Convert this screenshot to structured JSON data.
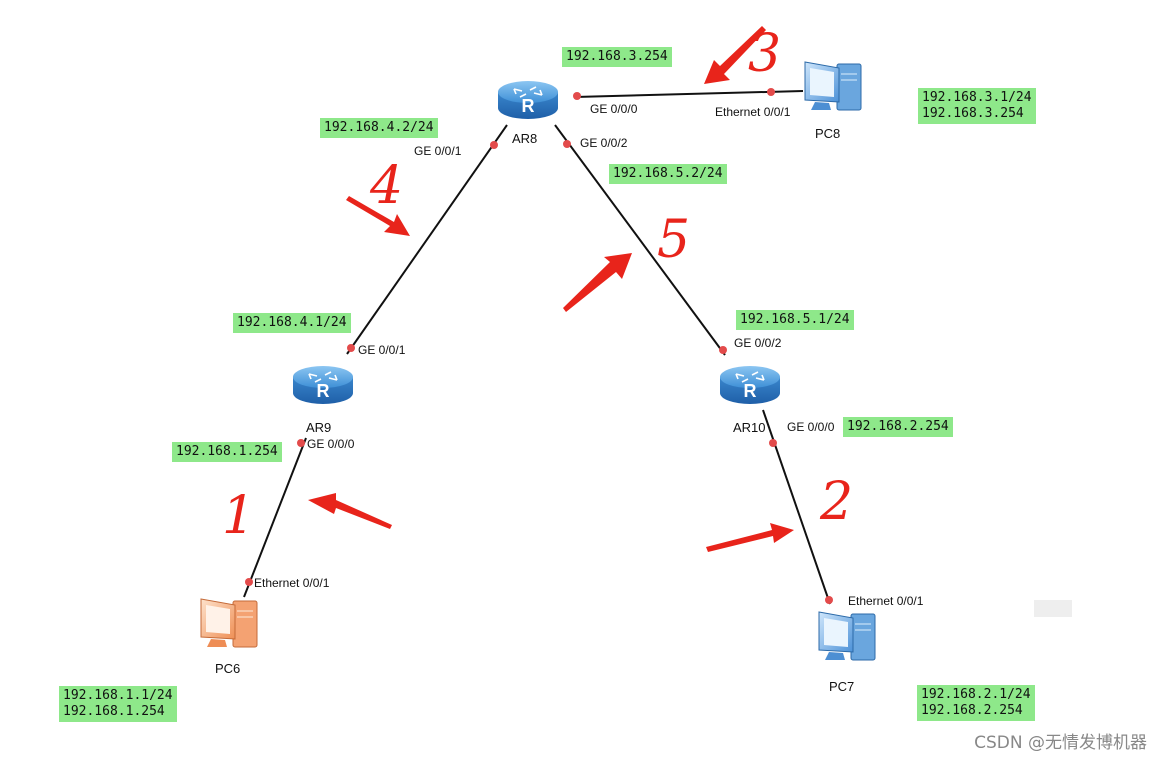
{
  "devices": {
    "ar8": {
      "name": "AR8"
    },
    "ar9": {
      "name": "AR9"
    },
    "ar10": {
      "name": "AR10"
    },
    "pc6": {
      "name": "PC6"
    },
    "pc7": {
      "name": "PC7"
    },
    "pc8": {
      "name": "PC8"
    }
  },
  "ports": {
    "ar8_ge000": "GE 0/0/0",
    "ar8_ge001": "GE 0/0/1",
    "ar8_ge002": "GE 0/0/2",
    "ar9_ge001": "GE 0/0/1",
    "ar9_ge000": "GE 0/0/0",
    "ar10_ge002": "GE 0/0/2",
    "ar10_ge000": "GE 0/0/0",
    "pc6_eth": "Ethernet 0/0/1",
    "pc7_eth": "Ethernet 0/0/1",
    "pc8_eth": "Ethernet 0/0/1"
  },
  "ips": {
    "ar8_ge000": "192.168.3.254",
    "ar8_ge001": "192.168.4.2/24",
    "ar8_ge002": "192.168.5.2/24",
    "ar9_ge001": "192.168.4.1/24",
    "ar9_ge000": "192.168.1.254",
    "ar10_ge002": "192.168.5.1/24",
    "ar10_ge000": "192.168.2.254",
    "pc8": {
      "ip": "192.168.3.1/24",
      "gateway": "192.168.3.254"
    },
    "pc6": {
      "ip": "192.168.1.1/24",
      "gateway": "192.168.1.254"
    },
    "pc7": {
      "ip": "192.168.2.1/24",
      "gateway": "192.168.2.254"
    }
  },
  "annotations": {
    "n1": "1",
    "n2": "2",
    "n3": "3",
    "n4": "4",
    "n5": "5"
  },
  "colors": {
    "router": "#3f8fd6",
    "pc_blue": "#5aa0e0",
    "pc_orange": "#f0a070",
    "port_dot": "#e34b4b",
    "ip_box": "#8ee88a",
    "annotation": "#e8241b"
  },
  "watermark": "CSDN @无情发博机器"
}
